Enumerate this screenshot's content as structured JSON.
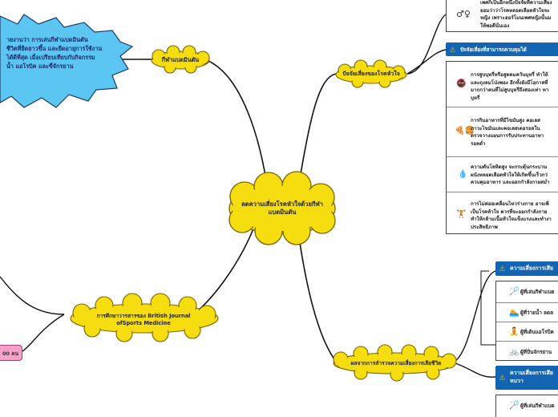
{
  "central": {
    "text": "ลดความเสี่ยงโรคหัวใจด้วยกีฬาแบดมินตัน"
  },
  "branches": {
    "badminton": "กีฬาแบดมินตัน",
    "risk_factors": "ปัจจัยเสี่ยงของโรคหัวใจ",
    "study": "การศึกษาวารสารของ  British Journal ofSports Medicine",
    "survey_results": "ผลจากการสำรวจความเสี่ยงการเสียชีวิต"
  },
  "burst": {
    "lines": [
      "ายงานว่า การเล่นกีฬาแบดมินตัน",
      "ชีวิตที่ยืดยาวขึ้น และยืดอายุการใช้งาน",
      "ได้ดีที่สุด เมื่อเปรียบเทียบกับกิจกรรม",
      "น้ำ แอโรบิค และขี่จักรยาน"
    ]
  },
  "pink_note": {
    "text": "00 คน"
  },
  "top_box": {
    "lines": [
      "เพศก็เป็นอีกหนึ่งปัจจัยที่ความเสี่ยง",
      "ยอมว่าว่าโรคหลอดเลือดหัวใจจะ",
      "หญิง เพราะฮอร์โมนเพศหญิงนั้นม",
      "ให้พอดีนั่นเอง"
    ],
    "icon": "gender-icon"
  },
  "controllable": {
    "header": "ปัจจัยเสี่ยงที่สามารถควบคุมได้",
    "items": [
      {
        "icon": "no-smoking-icon",
        "lines": [
          "การสูบบุหรี่หรือสูดดมควันบุหรี่ ทำให้",
          "และถุงลมโป่งพอง อีกทั้งยังมีโอกาสที่",
          "มากกว่าคนที่ไม่สูบบุหรี่ถึงสองเท่า ทา",
          "บุหรี่"
        ]
      },
      {
        "icon": "fast-food-icon",
        "lines": [
          "การกินอาหารที่มีไขมันสูง คอเลส",
          "ภาวะไขมันและคอเลสเตอรอลใน",
          "ตรวจวางแผนการรับประทานอาหา",
          "รอลต่ำ"
        ]
      },
      {
        "icon": "blood-drop-icon",
        "lines": [
          "ความดันโลหิตสูง จะกระตุ้นกระบวน",
          "ผนังหลอดเลือดหัวใจให้เกิดขึ้นเร็วกว่",
          "ควบคุมอาหาร และออกกำลังกายสม่ำ"
        ]
      },
      {
        "icon": "exercise-icon",
        "lines": [
          "การไม่ค่อยเคลื่อนไหวร่างกาย อาจเพิ่",
          "เป็นโรคหัวใจ ควรที่จะออกกำลังกาย",
          "ทำให้กล้ามเนื้อหัวใจแข็งแรงและทำงา",
          "ประสิทธิภาพ"
        ]
      }
    ]
  },
  "risk_death": {
    "header": "ความเสี่ยงการเสีย",
    "items": [
      {
        "icon": "badminton-icon",
        "label": "ผู้ที่เล่นกีฬาแบด"
      },
      {
        "icon": "swimming-icon",
        "label": "ผู้ที่ว่ายน้ำ ลดล"
      },
      {
        "icon": "aerobics-icon",
        "label": "ผู้ที่เต้นแอโรบิค"
      },
      {
        "icon": "cycling-icon",
        "label": "ผู้ที่ปั่นจักรยาน"
      }
    ]
  },
  "risk_heart": {
    "header_lines": [
      "ความเสี่ยงการเสีย",
      "หบวา"
    ],
    "items": [
      {
        "icon": "badminton-icon",
        "label": "ผู้ที่เล่นกีฬาแบด"
      }
    ]
  },
  "colors": {
    "cloud_fill": "#f5dd10",
    "cloud_stroke": "#7a6500",
    "burst_fill": "#5cc6f2",
    "header_blue": "#1464b4",
    "pink": "#f5a1c8"
  }
}
